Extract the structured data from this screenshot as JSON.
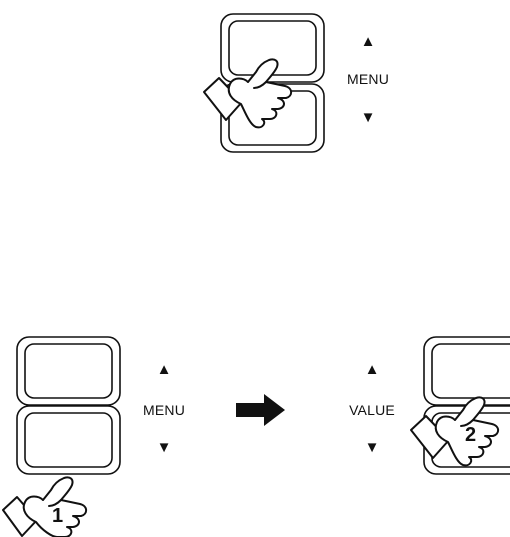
{
  "panel_top": {
    "up_symbol": "▲",
    "label": "MENU",
    "down_symbol": "▼"
  },
  "panel_bottom_left": {
    "up_symbol": "▲",
    "label": "MENU",
    "down_symbol": "▼",
    "step_number": "1"
  },
  "panel_bottom_right": {
    "up_symbol": "▲",
    "label": "VALUE",
    "down_symbol": "▼",
    "step_number": "2"
  },
  "transition_arrow_icon": "right-arrow-icon"
}
